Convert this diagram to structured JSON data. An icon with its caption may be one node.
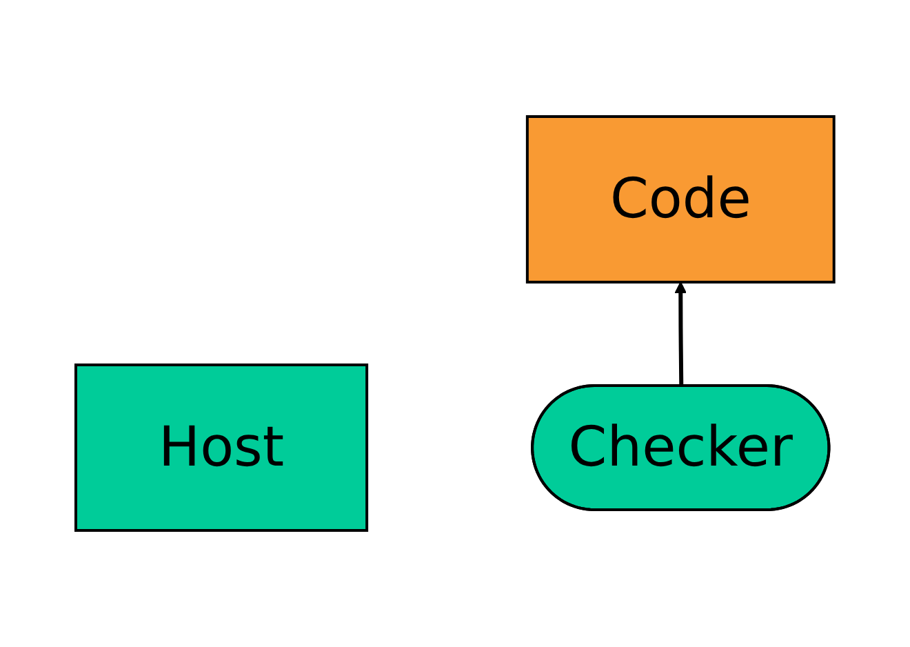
{
  "diagram": {
    "nodes": [
      {
        "text": [
          "Code"
        ]
      },
      {
        "text": [
          "Host"
        ]
      },
      {
        "text": [
          "Checker"
        ]
      }
    ],
    "edges": [
      {
        "from": 2,
        "to": 0,
        "arrow": "to"
      }
    ]
  }
}
